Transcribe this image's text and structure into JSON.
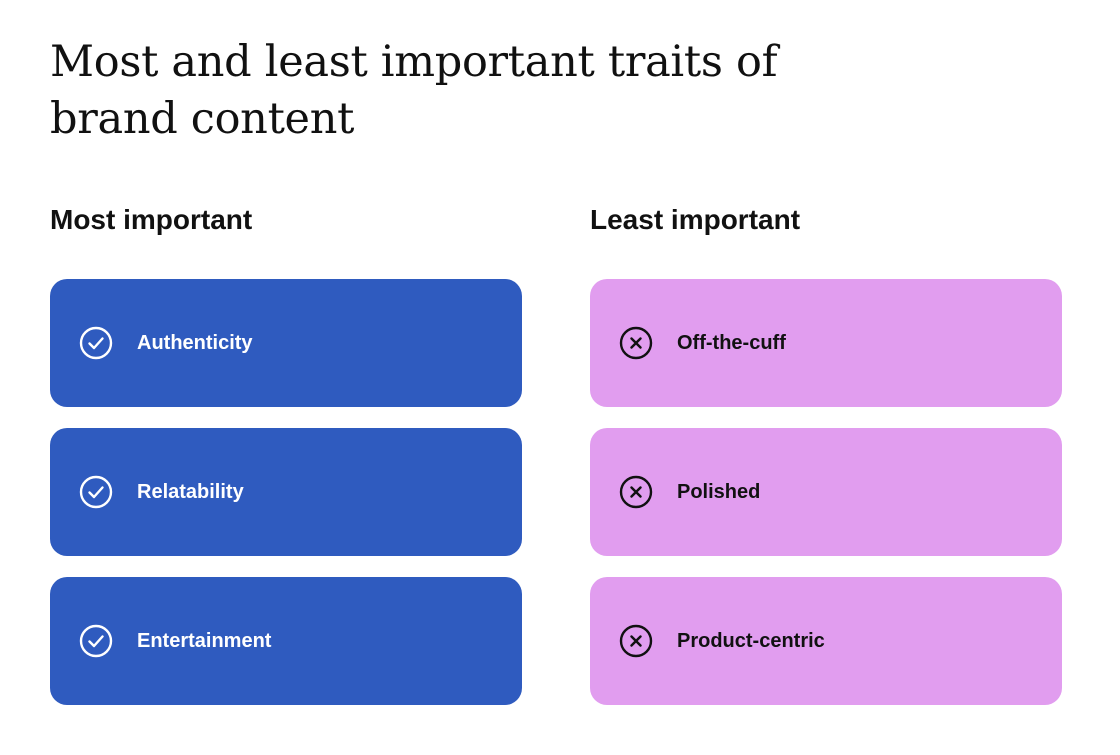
{
  "title": "Most and least important traits of brand content",
  "colors": {
    "most_bg": "#2f5bbf",
    "most_text": "#ffffff",
    "least_bg": "#e19def",
    "least_text": "#111111"
  },
  "columns": {
    "most": {
      "heading": "Most important",
      "icon": "check-circle-icon",
      "items": [
        "Authenticity",
        "Relatability",
        "Entertainment"
      ]
    },
    "least": {
      "heading": "Least important",
      "icon": "x-circle-icon",
      "items": [
        "Off-the-cuff",
        "Polished",
        "Product-centric"
      ]
    }
  }
}
